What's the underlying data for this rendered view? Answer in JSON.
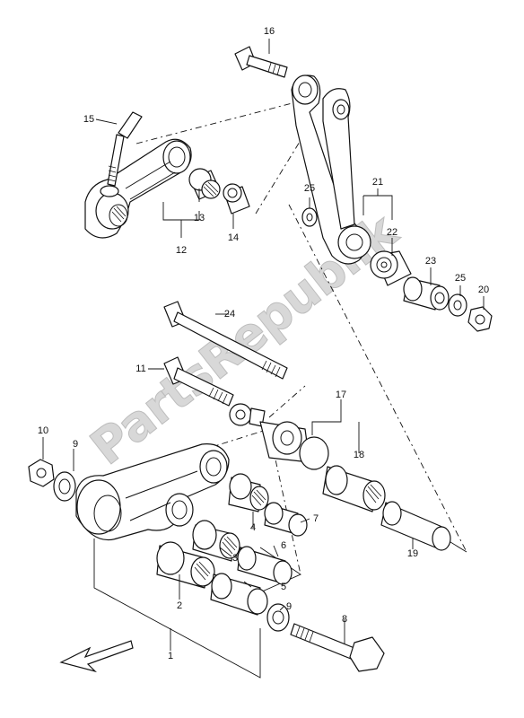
{
  "diagram": {
    "watermark": "PartsRepublik",
    "callouts": {
      "c1": "1",
      "c2": "2",
      "c3": "3",
      "c4": "4",
      "c5": "5",
      "c6": "6",
      "c7": "7",
      "c8": "8",
      "c9a": "9",
      "c9b": "9",
      "c10": "10",
      "c11": "11",
      "c12": "12",
      "c13": "13",
      "c14": "14",
      "c15": "15",
      "c16": "16",
      "c17": "17",
      "c18": "18",
      "c19": "19",
      "c20": "20",
      "c21": "21",
      "c22": "22",
      "c23": "23",
      "c24": "24",
      "c25a": "25",
      "c25b": "25"
    },
    "icons": {
      "front_arrow": "direction-arrow-icon"
    }
  }
}
